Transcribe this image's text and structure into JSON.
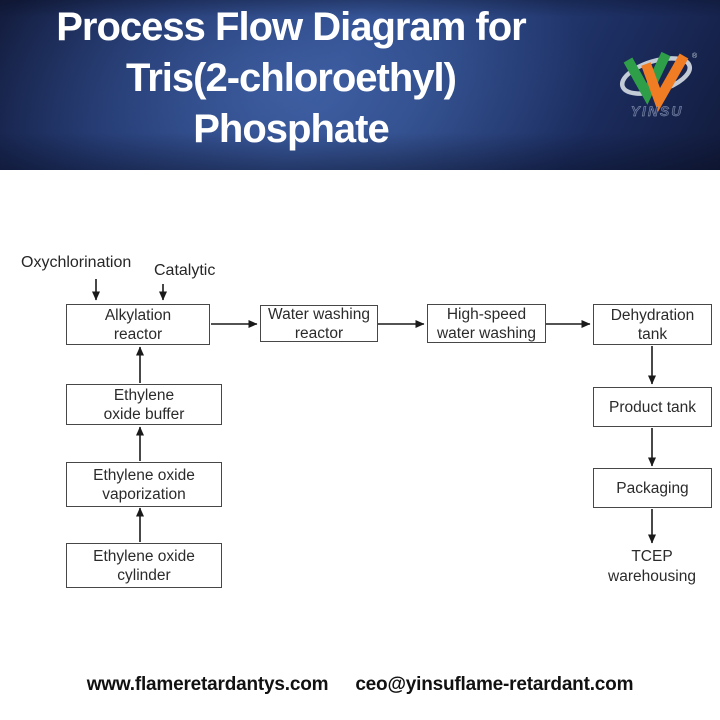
{
  "header": {
    "title": "Process Flow Diagram for\nTris(2-chloroethyl)\nPhosphate",
    "logo": {
      "brand": "YINSU",
      "registered_mark": "®",
      "colors": {
        "green": "#2f9e49",
        "orange": "#f07d23",
        "swoosh": "#c3cbd6",
        "brand_text": "#33406e"
      }
    },
    "background_blue": "#2b4788"
  },
  "diagram": {
    "inputs": [
      {
        "label": "Oxychlorination"
      },
      {
        "label": "Catalytic"
      }
    ],
    "nodes": [
      {
        "id": "alkylation-reactor",
        "label": "Alkylation\nreactor"
      },
      {
        "id": "water-washing-reactor",
        "label": "Water washing\nreactor"
      },
      {
        "id": "high-speed-water-washing",
        "label": "High-speed\nwater washing"
      },
      {
        "id": "dehydration-tank",
        "label": "Dehydration\ntank"
      },
      {
        "id": "product-tank",
        "label": "Product tank"
      },
      {
        "id": "packaging",
        "label": "Packaging"
      },
      {
        "id": "ethylene-oxide-buffer",
        "label": "Ethylene\noxide buffer"
      },
      {
        "id": "ethylene-oxide-vaporization",
        "label": "Ethylene oxide\nvaporization"
      },
      {
        "id": "ethylene-oxide-cylinder",
        "label": "Ethylene oxide\ncylinder"
      }
    ],
    "terminal": {
      "label": "TCEP\nwarehousing"
    }
  },
  "footer": {
    "website": "www.flameretardantys.com",
    "email": "ceo@yinsuflame-retardant.com"
  }
}
